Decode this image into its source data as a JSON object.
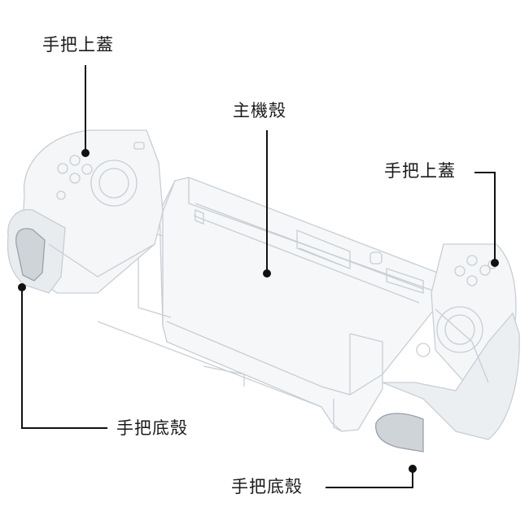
{
  "diagram": {
    "labels": {
      "top_left_grip_cover": "手把上蓋",
      "center_main_shell": "主機殼",
      "top_right_grip_cover": "手把上蓋",
      "bottom_left_grip_base": "手把底殼",
      "bottom_right_grip_base": "手把底殼"
    },
    "colors": {
      "line": "#111111",
      "shell_stroke": "#c9ced3",
      "shell_fill": "#f3f5f7",
      "shadow": "#9aa1a8"
    }
  }
}
